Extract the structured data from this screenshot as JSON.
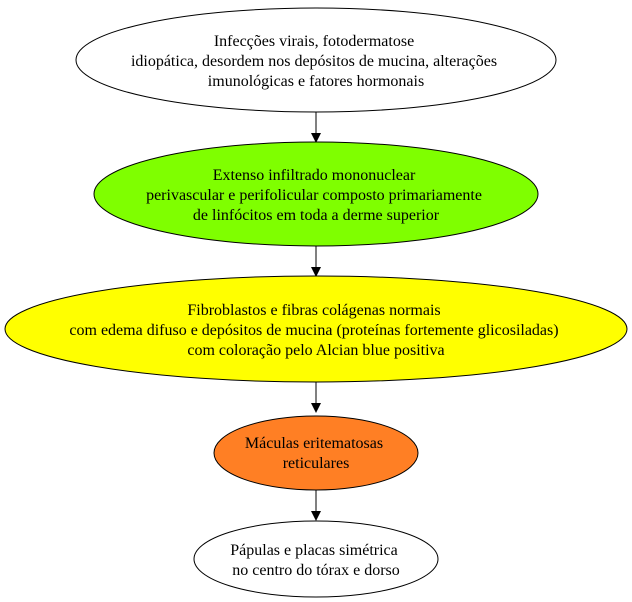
{
  "colors": {
    "stroke": "#000000",
    "edge": "#000000",
    "text": "#000000"
  },
  "nodes": [
    {
      "id": "node-1",
      "fill": "#ffffff",
      "lines": [
        "Infecções virais, fotodermatose",
        "idiopática, desordem nos depósitos de mucina, alterações",
        "imunológicas e fatores hormonais"
      ]
    },
    {
      "id": "node-2",
      "fill": "#7fff00",
      "lines": [
        "Extenso infiltrado mononuclear",
        "perivascular e perifolicular composto primariamente",
        "de linfócitos em toda a derme superior"
      ]
    },
    {
      "id": "node-3",
      "fill": "#ffff00",
      "lines": [
        "Fibroblastos e fibras colágenas normais",
        "com edema difuso e depósitos de mucina (proteínas fortemente glicosiladas)",
        "com coloração pelo Alcian blue positiva"
      ]
    },
    {
      "id": "node-4",
      "fill": "#ff7f24",
      "lines": [
        "Máculas eritematosas",
        "reticulares"
      ]
    },
    {
      "id": "node-5",
      "fill": "#ffffff",
      "lines": [
        "Pápulas e placas simétrica",
        "no centro do tórax e dorso"
      ]
    }
  ]
}
